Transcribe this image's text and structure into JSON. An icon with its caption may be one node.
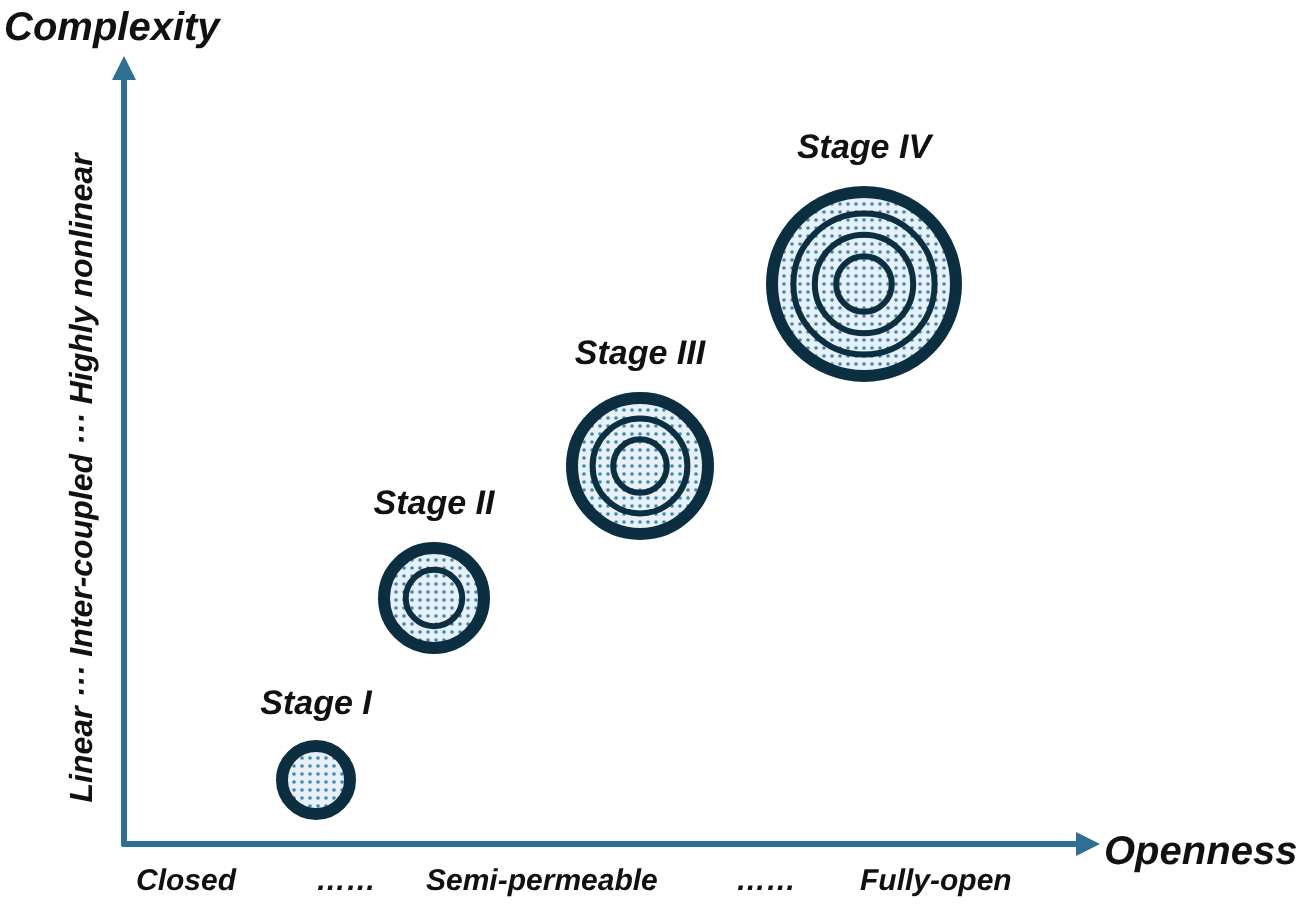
{
  "diagram": {
    "nodes": [
      {
        "text": [
          "Stage I"
        ]
      },
      {
        "text": [
          "Stage II"
        ]
      },
      {
        "text": [
          "Stage III"
        ]
      },
      {
        "text": [
          "Stage IV"
        ]
      }
    ],
    "labels": [
      "Complexity",
      "Linear ··· Inter-coupled ··· Highly nonlinear",
      "Openness",
      "Closed",
      "……",
      "Semi-permeable",
      "……",
      "Fully-open"
    ]
  }
}
